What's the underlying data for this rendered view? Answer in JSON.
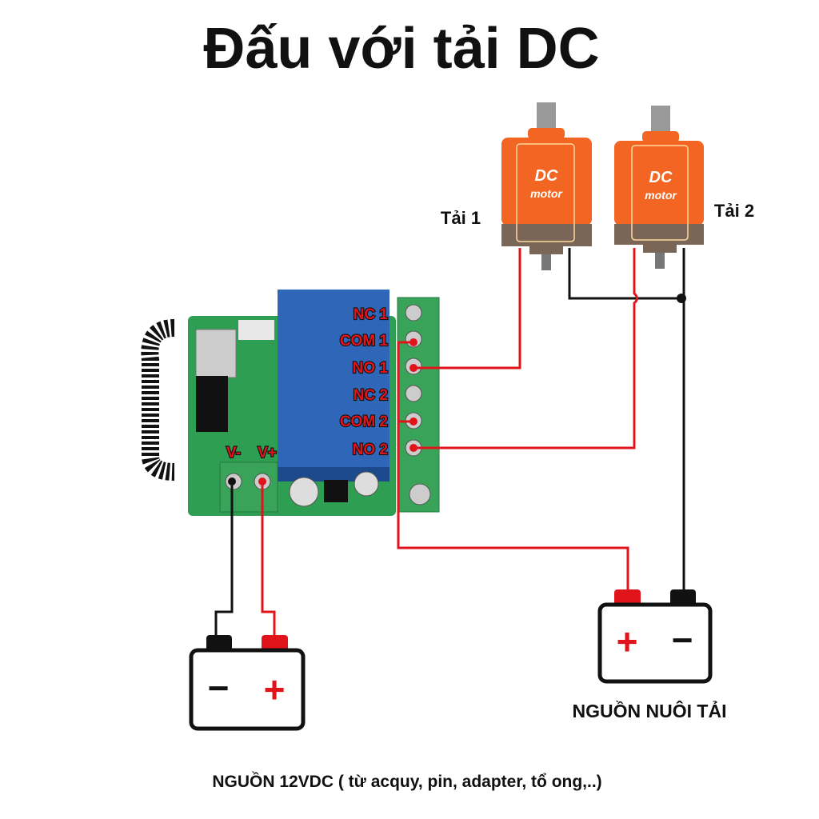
{
  "title": "Đấu với tải DC",
  "loads": [
    {
      "label": "Tải 1",
      "motor_text_1": "DC",
      "motor_text_2": "motor"
    },
    {
      "label": "Tải 2",
      "motor_text_1": "DC",
      "motor_text_2": "motor"
    }
  ],
  "terminals": {
    "nc1": "NC 1",
    "com1": "COM 1",
    "no1": "NO 1",
    "nc2": "NC 2",
    "com2": "COM 2",
    "no2": "NO 2",
    "vminus": "V-",
    "vplus": "V+"
  },
  "battery_left": {
    "minus": "−",
    "plus": "+"
  },
  "battery_right": {
    "plus": "+",
    "minus": "−",
    "label": "NGUỒN NUÔI TẢI"
  },
  "footer": "NGUỒN 12VDC ( từ acquy, pin, adapter, tổ ong,..)",
  "colors": {
    "wire_positive": "#e0141a",
    "wire_negative": "#111111",
    "motor_body": "#f26522",
    "motor_base": "#7a6656",
    "pcb": "#2e9e52",
    "relay": "#2f66b8",
    "terminal_block": "#3aa35a"
  }
}
